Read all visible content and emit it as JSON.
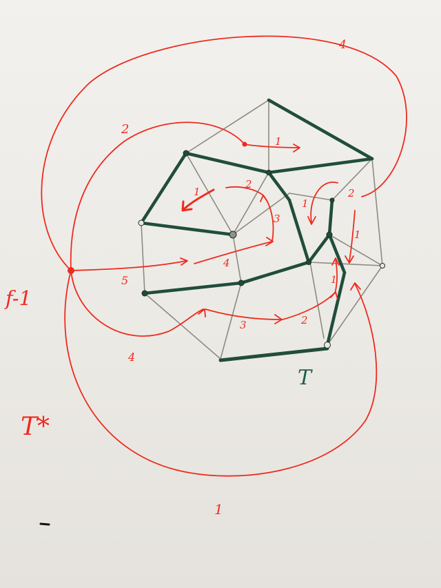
{
  "colors": {
    "paper": "#ecebe7",
    "tree_edge": "#214d3c",
    "graph_edge": "#8c8a80",
    "dual_path": "#ef2a1f"
  },
  "labels": {
    "dual_vertex": "f-1",
    "dual_tree": "T*",
    "primal_tree": "T",
    "edge_weights": [
      "4",
      "2",
      "1",
      "1",
      "2",
      "3",
      "4",
      "5",
      "1",
      "2",
      "1",
      "1",
      "3",
      "2",
      "4",
      "1"
    ]
  }
}
